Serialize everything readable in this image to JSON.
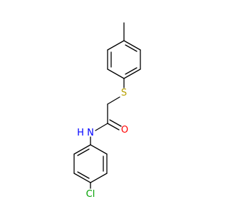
{
  "molecule": {
    "atoms": {
      "sulfur": "S",
      "oxygen": "O",
      "nitrogen": "N",
      "hydrogen": "H",
      "chlorine": "Cl"
    },
    "colors": {
      "bond": "#000000",
      "sulfur": "#b8a000",
      "oxygen": "#ff0000",
      "nitrogen": "#0000ff",
      "chlorine": "#00a000"
    }
  }
}
